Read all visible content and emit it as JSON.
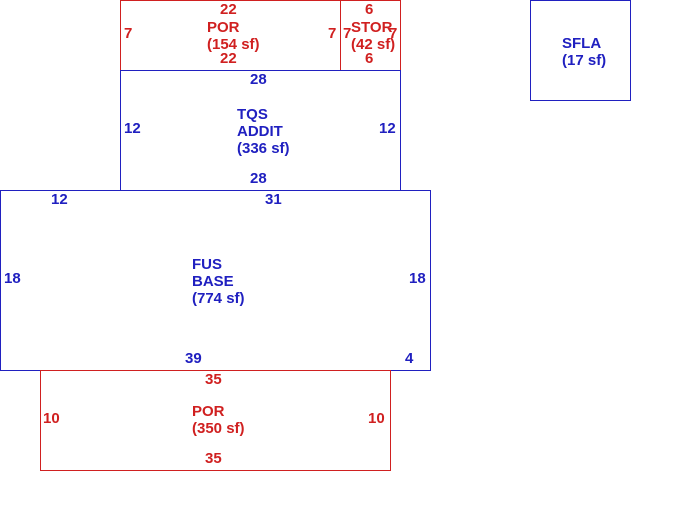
{
  "areas": {
    "por_top": {
      "name": "POR",
      "area": "(154 sf)",
      "dims": {
        "top": "22",
        "bottom": "22",
        "left": "7",
        "right": "7"
      }
    },
    "stor": {
      "name": "STOR",
      "area": "(42 sf)",
      "dims": {
        "top": "6",
        "bottom": "6",
        "left": "7",
        "right": "7"
      }
    },
    "sfla": {
      "name": "SFLA",
      "area": "(17 sf)"
    },
    "tqs": {
      "name1": "TQS",
      "name2": "ADDIT",
      "area": "(336 sf)",
      "dims": {
        "top": "28",
        "bottom": "28",
        "left": "12",
        "right": "12"
      }
    },
    "fus": {
      "name1": "FUS",
      "name2": "BASE",
      "area": "(774 sf)",
      "dims": {
        "top_left": "12",
        "top": "31",
        "left": "18",
        "right": "18",
        "bottom_left": "39",
        "bottom_right": "4"
      }
    },
    "por_bottom": {
      "name": "POR",
      "area": "(350 sf)",
      "dims": {
        "top": "35",
        "bottom": "35",
        "left": "10",
        "right": "10"
      }
    }
  },
  "colors": {
    "living": "#2020c0",
    "porch": "#d02020"
  }
}
